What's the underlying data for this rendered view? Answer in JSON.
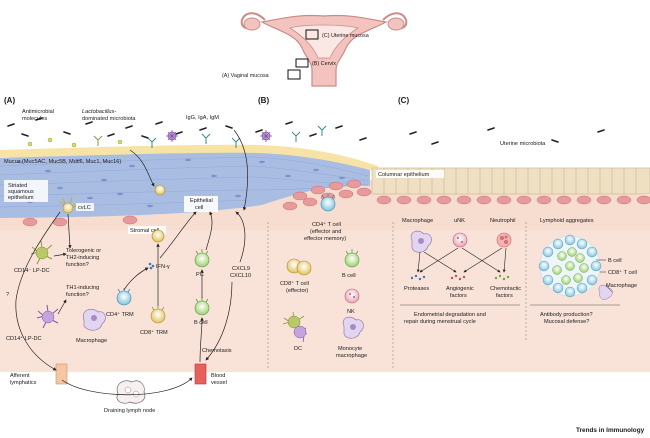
{
  "uterus_panel": {
    "uterine_mucosa": "(C) Uterine mucosa",
    "cervix": "(B) Cervix",
    "vaginal_mucosa": "(A) Vaginal mucosa"
  },
  "section_labels": {
    "a": "(A)",
    "b": "(B)",
    "c": "(C)"
  },
  "panel_a": {
    "antimicrobial_molecules": [
      "Antimicrobial",
      "molecules"
    ],
    "lactobacillus": [
      "Lactobacillus-",
      "dominated microbiota"
    ],
    "immunoglobulins": "IgG, IgA, IgM",
    "mucus": "Mucus (Muc5AC, Muc5B, Muc6, Muc1, Muc16)",
    "striated_epithelium": [
      "Striated",
      "squamous",
      "epithelium"
    ],
    "cvlc": "cvLC",
    "stromal_cell": "Stromal cell",
    "epithelial_cell": [
      "Epithelial",
      "cell"
    ],
    "lp_dc_1": "CD14⁻ LP-DC",
    "lp_dc_2": "CD14⁺ LP-DC",
    "macrophage": "Macrophage",
    "tolerogenic": [
      "Tolerogenic or",
      "TH2-inducing",
      "function?"
    ],
    "th1": [
      "TH1-inducing",
      "function?"
    ],
    "ifn": "IFN-γ",
    "cd4_trm": "CD4⁺ TRM",
    "cd8_trm": "CD8⁺ TRM",
    "pc": "PC",
    "b_cell": "B cell",
    "cxcl": [
      "CXCL9",
      "CXCL10"
    ],
    "chemotaxis": "Chemotaxis",
    "afferent": [
      "Afferent",
      "lymphatics"
    ],
    "lymph_node": "Draining lymph node",
    "blood_vessel": [
      "Blood",
      "vessel"
    ],
    "question": "?"
  },
  "panel_b": {
    "cd4_t_cell": [
      "CD4⁺ T cell",
      "(effector and",
      "effector memory)"
    ],
    "cd8_t_cell": [
      "CD8⁺ T cell",
      "(effector)"
    ],
    "b_cell": "B cell",
    "nk": "NK",
    "dc": "DC",
    "monocyte": [
      "Monocyte",
      "macrophage"
    ]
  },
  "panel_c": {
    "uterine_microbiota": "Uterine microbiota",
    "columnar_epithelium": "Columnar epithelium",
    "macrophage": "Macrophage",
    "unk": "uNK",
    "neutrophil": "Neutrophil",
    "lymphoid_aggregates": "Lymphoid aggregates",
    "proteases": "Proteases",
    "angiogenic": [
      "Angiogenic",
      "factors"
    ],
    "chemotactic": [
      "Chemotactic",
      "factors"
    ],
    "aggregate_b_cell": "B cell",
    "aggregate_cd8": "CD8⁺ T cell",
    "aggregate_macrophage": "Macrophage",
    "endometrial": [
      "Endometrial degradation and",
      "repair during menstrual cycle"
    ],
    "antibody": [
      "Antibody production?",
      "Mucosal defense?"
    ]
  },
  "footer": "Trends in Immunology",
  "colors": {
    "mucus": "#f6e3a5",
    "squamous": "#a9bde3",
    "stroma": "#f7ddd0",
    "columnar": "#efe0c3",
    "stroma_cell": "#e79a9a",
    "uterus": "#f3c4bf"
  }
}
